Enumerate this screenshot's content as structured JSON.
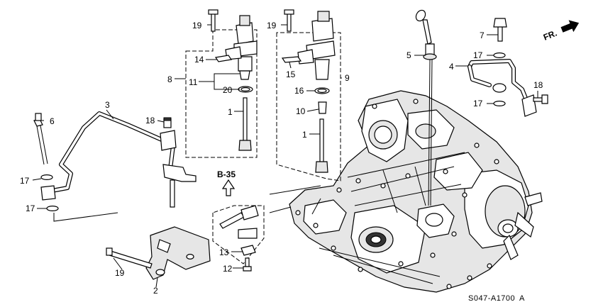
{
  "diagram": {
    "drawing_code": "S047-A1700",
    "drawing_code_suffix": "A",
    "direction_label": "FR.",
    "reference_label": "B-35",
    "callouts": [
      {
        "id": "c19a",
        "text": "19"
      },
      {
        "id": "c19b",
        "text": "19"
      },
      {
        "id": "c19c",
        "text": "19"
      },
      {
        "id": "c14",
        "text": "14"
      },
      {
        "id": "c8",
        "text": "8"
      },
      {
        "id": "c11",
        "text": "11"
      },
      {
        "id": "c20",
        "text": "20"
      },
      {
        "id": "c1a",
        "text": "1"
      },
      {
        "id": "c1b",
        "text": "1"
      },
      {
        "id": "c3",
        "text": "3"
      },
      {
        "id": "c6",
        "text": "6"
      },
      {
        "id": "c18a",
        "text": "18"
      },
      {
        "id": "c18b",
        "text": "18"
      },
      {
        "id": "c17a",
        "text": "17"
      },
      {
        "id": "c17b",
        "text": "17"
      },
      {
        "id": "c17c",
        "text": "17"
      },
      {
        "id": "c17d",
        "text": "17"
      },
      {
        "id": "c15",
        "text": "15"
      },
      {
        "id": "c9",
        "text": "9"
      },
      {
        "id": "c16",
        "text": "16"
      },
      {
        "id": "c10",
        "text": "10"
      },
      {
        "id": "c5",
        "text": "5"
      },
      {
        "id": "c4",
        "text": "4"
      },
      {
        "id": "c7",
        "text": "7"
      },
      {
        "id": "c13",
        "text": "13"
      },
      {
        "id": "c12",
        "text": "12"
      },
      {
        "id": "c2",
        "text": "2"
      }
    ]
  }
}
